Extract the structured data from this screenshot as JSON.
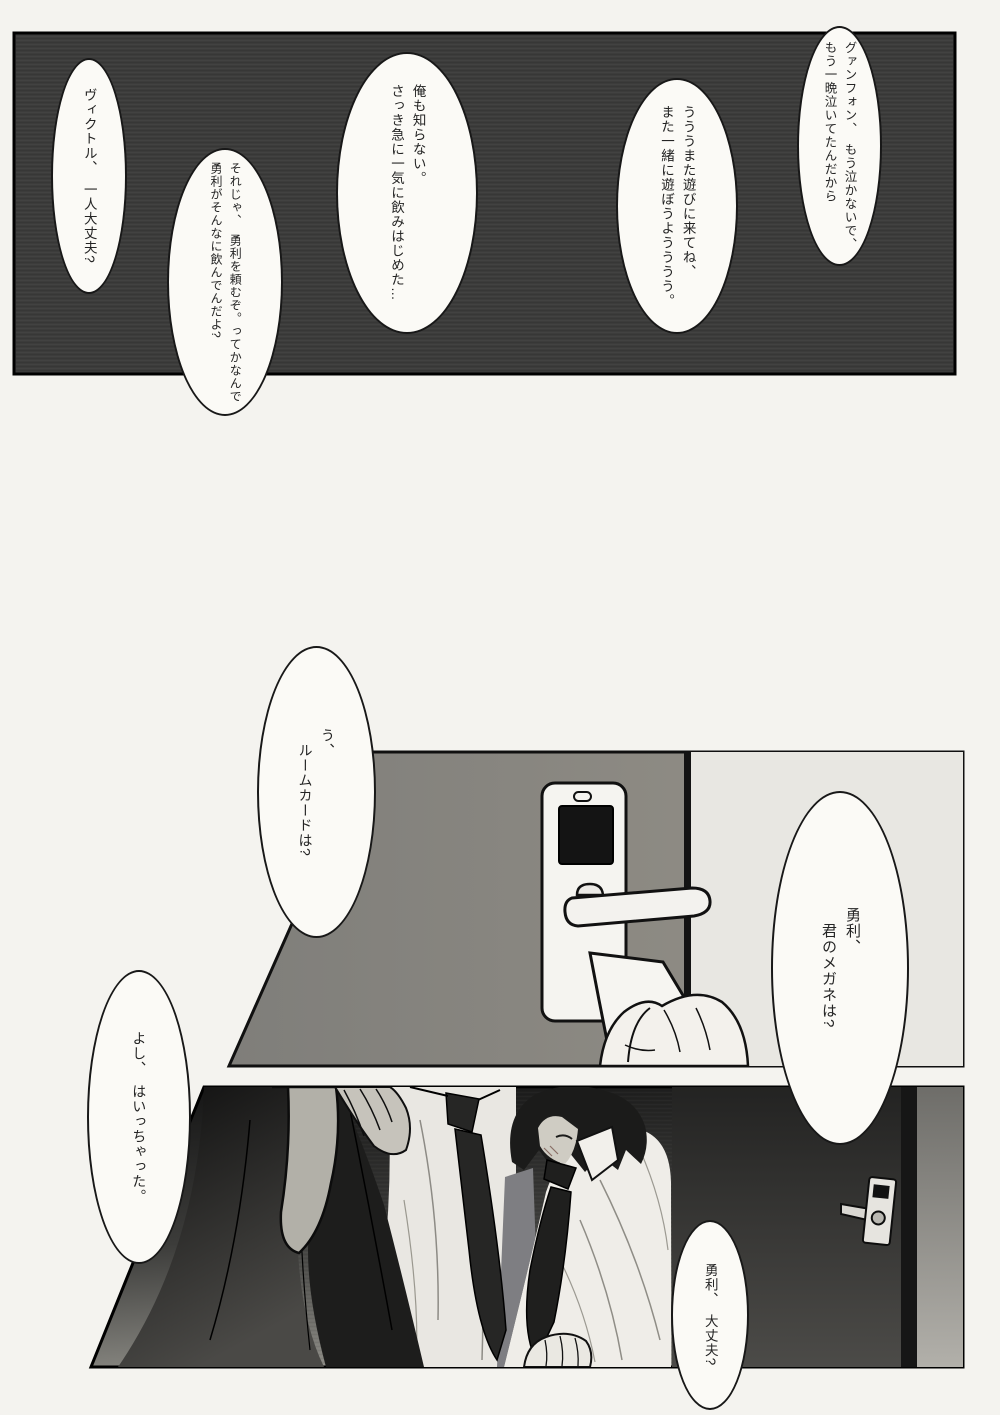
{
  "page": {
    "type": "manga-page",
    "paper_color": "#f4f3ef",
    "ink_color": "#181818"
  },
  "panels": [
    {
      "id": "panel-1",
      "description": "dark wide shot with five speech bubbles",
      "fill": "#3c3c3b"
    },
    {
      "id": "panel-2",
      "description": "hand inserting keycard at hotel door lock",
      "wall_fill": "#8a8986",
      "frame_fill": "#e8e7e2"
    },
    {
      "id": "panel-3",
      "description": "figure carrying drunk companion toward hotel room door",
      "door_fill": "#2a2a28"
    }
  ],
  "bubbles": [
    {
      "id": "victor-alone",
      "text": "ヴィクトル、　一人大丈夫?"
    },
    {
      "id": "sorejya",
      "text": "それじゃ、　勇利を頼むぞ。ってかなんで\n勇利がそんなに飲んでんだよ?"
    },
    {
      "id": "oremo",
      "text": "俺も知らない。\nさっき急に一気に飲みはじめた…"
    },
    {
      "id": "uuu",
      "text": "うううまた遊びに来てね、\nまた一緒に遊ぼうようううう。"
    },
    {
      "id": "guanghong",
      "text": "グァンフォン、　もう泣かないで、\nもう一晩泣いてたんだから"
    },
    {
      "id": "room-card",
      "text": "う、\n　ルームカードは?"
    },
    {
      "id": "megane",
      "text": "勇利、\n　君のメガネは?"
    },
    {
      "id": "yoshi",
      "text": "よし、　はいっちゃった。"
    },
    {
      "id": "daijoubu",
      "text": "勇利、　大丈夫?"
    }
  ]
}
